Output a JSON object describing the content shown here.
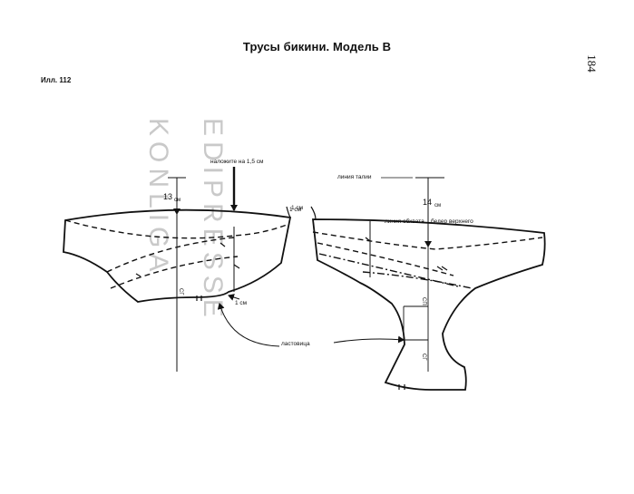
{
  "page": {
    "title": "Трусы бикини. Модель В",
    "page_number": "184",
    "figure_label": "Илл. 112"
  },
  "watermark": {
    "line1": "EDIPRESSE",
    "line2": "KONLIGA"
  },
  "front_piece": {
    "overlap_note": "наложите на 1,5 см",
    "depth_label": "13",
    "depth_unit": "см",
    "edge_offset": "1 см",
    "crotch_offset": "1 см",
    "fold_mark": "СГ"
  },
  "back_piece": {
    "waist_line": "линия талии",
    "depth_label": "14",
    "depth_unit": "см",
    "edge_offset": "1 см",
    "hip_line": "линия обхвата",
    "hip_line_2": "бедер верхнего",
    "gusset_label": "ластовица",
    "mark_top": "СП",
    "mark_bottom": "СГ"
  },
  "colors": {
    "ink": "#111111",
    "watermark": "#c9c9c9"
  }
}
